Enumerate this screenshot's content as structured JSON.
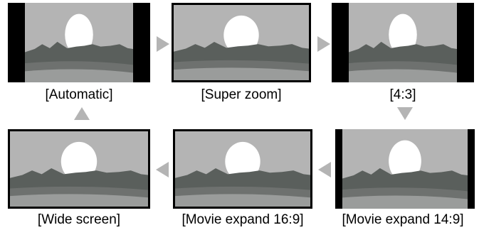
{
  "modes": {
    "automatic": "[Automatic]",
    "super_zoom": "[Super zoom]",
    "four_three": "[4:3]",
    "movie_14_9": "[Movie expand 14:9]",
    "movie_16_9": "[Movie expand 16:9]",
    "wide_screen": "[Wide screen]"
  },
  "colors": {
    "frame": "#000000",
    "sky": "#b4b4b4",
    "sun": "#ffffff",
    "mountain": "#5a5f5c",
    "ground": "#6e716f",
    "arrow": "#b4b4b4"
  }
}
